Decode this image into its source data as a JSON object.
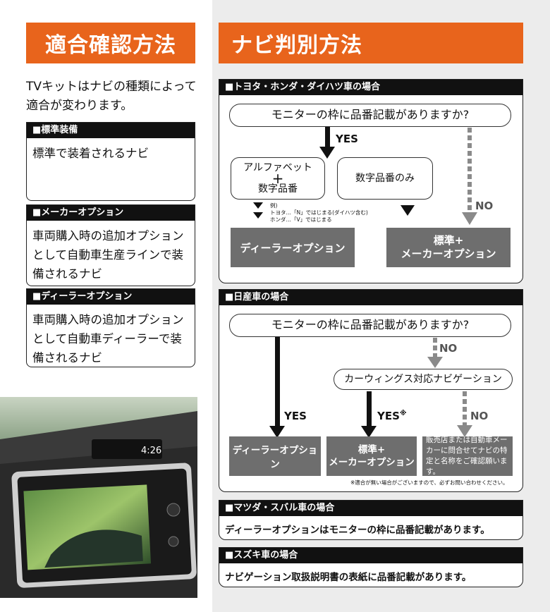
{
  "left": {
    "title": "適合確認方法",
    "intro": "TVキットはナビの種類によって適合が変わります。",
    "types": [
      {
        "head": "■標準装備",
        "body": "標準で装着されるナビ"
      },
      {
        "head": "■メーカーオプション",
        "body": "車両購入時の追加オプションとして自動車生産ラインで装備されるナビ"
      },
      {
        "head": "■ディーラーオプション",
        "body": "車両購入時の追加オプションとして自動車ディーラーで装備されるナビ"
      }
    ],
    "photo": {
      "clock": "4:26"
    }
  },
  "right": {
    "title": "ナビ判別方法",
    "toyota": {
      "head": "■トヨタ・ホンダ・ダイハツ車の場合",
      "question": "モニターの枠に品番記載がありますか?",
      "yes": "YES",
      "no": "NO",
      "box_alpha_line1": "アルファベット",
      "box_alpha_plus": "+",
      "box_alpha_line2": "数字品番",
      "box_number_only": "数字品番のみ",
      "example_line1": "例)",
      "example_line2": "トヨタ…「N」ではじまる(ダイハツ含む)",
      "example_line3": "ホンダ…「V」ではじまる",
      "result_dealer": "ディーラーオプション",
      "result_std_line1": "標準+",
      "result_std_line2": "メーカーオプション"
    },
    "nissan": {
      "head": "■日産車の場合",
      "question": "モニターの枠に品番記載がありますか?",
      "no1": "NO",
      "carwings": "カーウィングス対応ナビゲーション",
      "yes1": "YES",
      "yes2": "YES",
      "yes2_mark": "※",
      "no2": "NO",
      "result_dealer": "ディーラーオプション",
      "result_std_line1": "標準+",
      "result_std_line2": "メーカーオプション",
      "result_inquiry": "販売店または自動車メーカーに問合せてナビの特定と名称をご確認願います。",
      "footnote": "※適合が無い場合がございますので、必ずお問い合わせください。"
    },
    "mazda": {
      "head": "■マツダ・スバル車の場合",
      "text": "ディーラーオプションはモニターの枠に品番記載があります。"
    },
    "suzuki": {
      "head": "■スズキ車の場合",
      "text": "ナビゲーション取扱説明書の表紙に品番記載があります。"
    }
  }
}
